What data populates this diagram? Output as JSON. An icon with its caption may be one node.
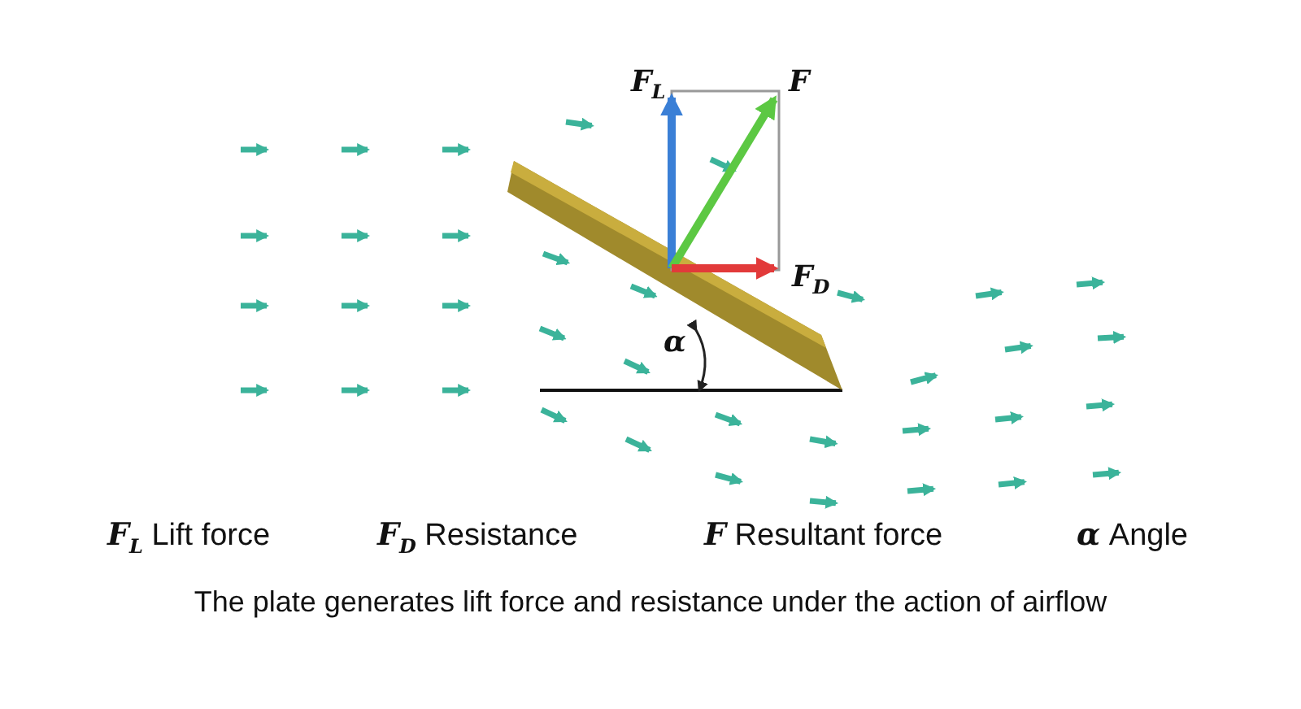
{
  "diagram": {
    "caption": "The plate generates lift force and resistance under the action of airflow",
    "labels": [
      "F$_{L}$",
      "F",
      "F$_{D}$",
      "α",
      "**F$_{L}$** Lift force",
      "**F$_{D}$** Resistance",
      "**F** Resultant force",
      "**α** Angle"
    ]
  }
}
